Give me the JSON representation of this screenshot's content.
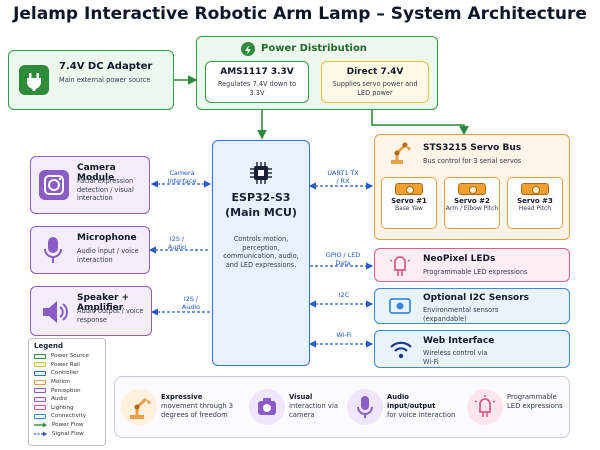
{
  "title": "Jelamp Interactive Robotic Arm Lamp – System Architecture",
  "dc_adapter": {
    "title": "7.4V DC Adapter",
    "desc": "Main external power source"
  },
  "power": {
    "title": "Power Distribution",
    "ams": {
      "title": "AMS1117 3.3V",
      "desc": "Regulates 7.4V down to 3.3V"
    },
    "direct": {
      "title": "Direct 7.4V",
      "desc": "Supplies servo power and LED power"
    }
  },
  "esp": {
    "title": "ESP32-S3",
    "subtitle": "(Main MCU)",
    "desc": "Controls motion, perception, communication, audio, and LED expressions."
  },
  "camera": {
    "title": "Camera Module",
    "desc": "Facial expression detection / visual interaction",
    "link": "Camera Interface"
  },
  "mic": {
    "title": "Microphone",
    "desc": "Audio input / voice interaction",
    "link": "I2S / Audio"
  },
  "speaker": {
    "title": "Speaker + Amplifier",
    "desc": "Audio output / voice response",
    "link": "I2S / Audio"
  },
  "servo_bus": {
    "title": "STS3215 Servo Bus",
    "desc": "Bus control for 3 serial servos",
    "link": "UART1 TX / RX",
    "servos": [
      {
        "name": "Servo #1",
        "role": "Base Yaw"
      },
      {
        "name": "Servo #2",
        "role": "Arm / Elbow Pitch"
      },
      {
        "name": "Servo #3",
        "role": "Head Pitch"
      }
    ]
  },
  "neopixel": {
    "title": "NeoPixel LEDs",
    "desc": "Programmable LED expressions",
    "link": "GPIO / LED Data"
  },
  "i2c": {
    "title": "Optional I2C Sensors",
    "desc": "Environmental sensors (expandable)",
    "link": "I2C"
  },
  "web": {
    "title": "Web Interface",
    "desc": "Wireless control via Wi-Fi",
    "link": "Wi-Fi"
  },
  "legend": {
    "title": "Legend",
    "items": [
      "Power Source",
      "Power Rail",
      "Controller",
      "Motion",
      "Perception",
      "Audio",
      "Lighting",
      "Connectivity",
      "Power Flow",
      "Signal Flow"
    ]
  },
  "features": [
    {
      "bold": "Expressive",
      "rest": "movement through 3 degrees of freedom"
    },
    {
      "bold": "Visual",
      "rest": "interaction via camera"
    },
    {
      "bold": "Audio input/output",
      "rest": "for voice interaction"
    },
    {
      "bold": "",
      "rest": "Programmable LED expressions"
    }
  ],
  "colors": {
    "power_source": "#2e8b3a",
    "power_rail": "#e0c040",
    "controller": "#3b6fd0",
    "motion": "#e8a04a",
    "perception": "#8a5cc8",
    "audio": "#8a5cc8",
    "lighting": "#e05a8a",
    "connectivity": "#3b8ad8",
    "power_flow": "#2e8b3a",
    "signal_flow": "#2a5cc8"
  }
}
